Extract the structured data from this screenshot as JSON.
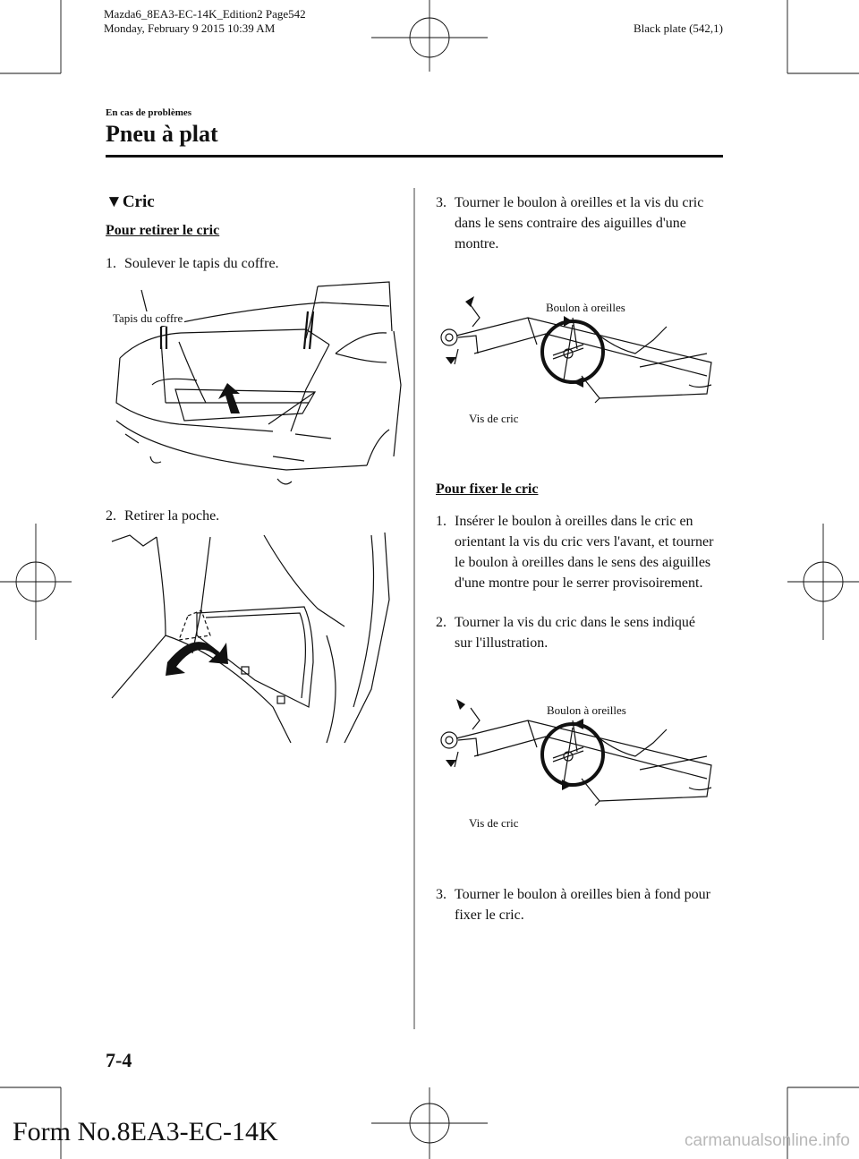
{
  "header": {
    "file_line": "Mazda6_8EA3-EC-14K_Edition2 Page542",
    "date_line": "Monday, February 9 2015 10:39 AM",
    "plate": "Black plate (542,1)"
  },
  "section": "En cas de problèmes",
  "title": "Pneu à plat",
  "heading": "Cric",
  "heading_marker": "▼",
  "left": {
    "subheading": "Pour retirer le cric",
    "steps": [
      {
        "num": "1.",
        "text": "Soulever le tapis du coffre."
      },
      {
        "num": "2.",
        "text": "Retirer la poche."
      }
    ],
    "figure1_label": "Tapis du coffre"
  },
  "right": {
    "step3": {
      "num": "3.",
      "text": "Tourner le boulon à oreilles et la vis du cric dans le sens contraire des aiguilles d'une montre."
    },
    "figure_labels": {
      "bolt": "Boulon à oreilles",
      "screw": "Vis de cric"
    },
    "subheading": "Pour fixer le cric",
    "steps": [
      {
        "num": "1.",
        "text": "Insérer le boulon à oreilles dans le cric en orientant la vis du cric vers l'avant, et tourner le boulon à oreilles dans le sens des aiguilles d'une montre pour le serrer provisoirement."
      },
      {
        "num": "2.",
        "text": "Tourner la vis du cric dans le sens indiqué sur l'illustration."
      },
      {
        "num": "3.",
        "text": "Tourner le boulon à oreilles bien à fond pour fixer le cric."
      }
    ]
  },
  "page_number": "7-4",
  "form_number": "Form No.8EA3-EC-14K",
  "watermark": "carmanualsonline.info"
}
